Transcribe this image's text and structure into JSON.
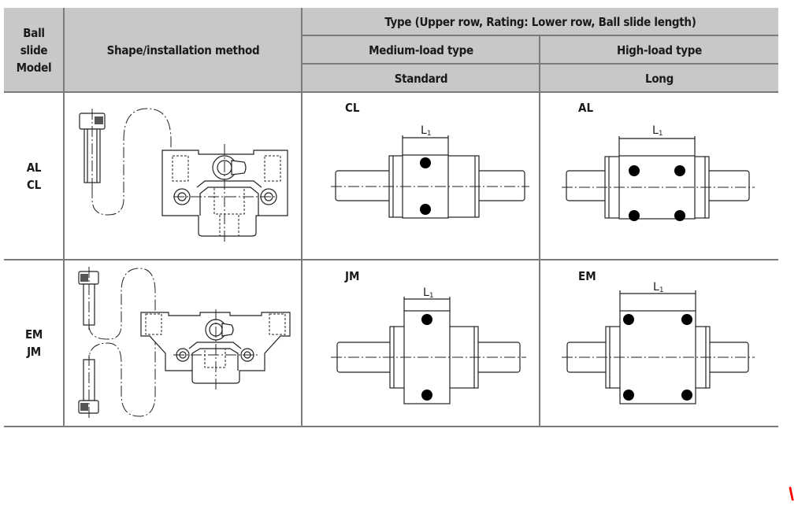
{
  "table": {
    "header": {
      "model_col": "Ball\nslide\nModel",
      "model_lines": [
        "Ball",
        "slide",
        "Model"
      ],
      "shape_col": "Shape/installation method",
      "type_group": "Type (Upper row, Rating: Lower row, Ball slide length)",
      "types": [
        {
          "rating": "Medium-load type",
          "length": "Standard"
        },
        {
          "rating": "High-load type",
          "length": "Long"
        }
      ]
    },
    "rows": [
      {
        "models": [
          "AL",
          "CL"
        ],
        "installation": "flange-less block, bolt from top",
        "diagrams": [
          {
            "label": "CL",
            "dimension": "L",
            "dimension_sub": "1",
            "holes": 2
          },
          {
            "label": "AL",
            "dimension": "L",
            "dimension_sub": "1",
            "holes": 4
          }
        ]
      },
      {
        "models": [
          "EM",
          "JM"
        ],
        "installation": "flange block, bolt from top or bottom",
        "diagrams": [
          {
            "label": "JM",
            "dimension": "L",
            "dimension_sub": "1",
            "holes": 2
          },
          {
            "label": "EM",
            "dimension": "L",
            "dimension_sub": "1",
            "holes": 4
          }
        ]
      }
    ]
  },
  "colors": {
    "header_bg": "#c7c8ca",
    "rule": "#7b7b7b",
    "annotation_mark": "#ff0000"
  }
}
